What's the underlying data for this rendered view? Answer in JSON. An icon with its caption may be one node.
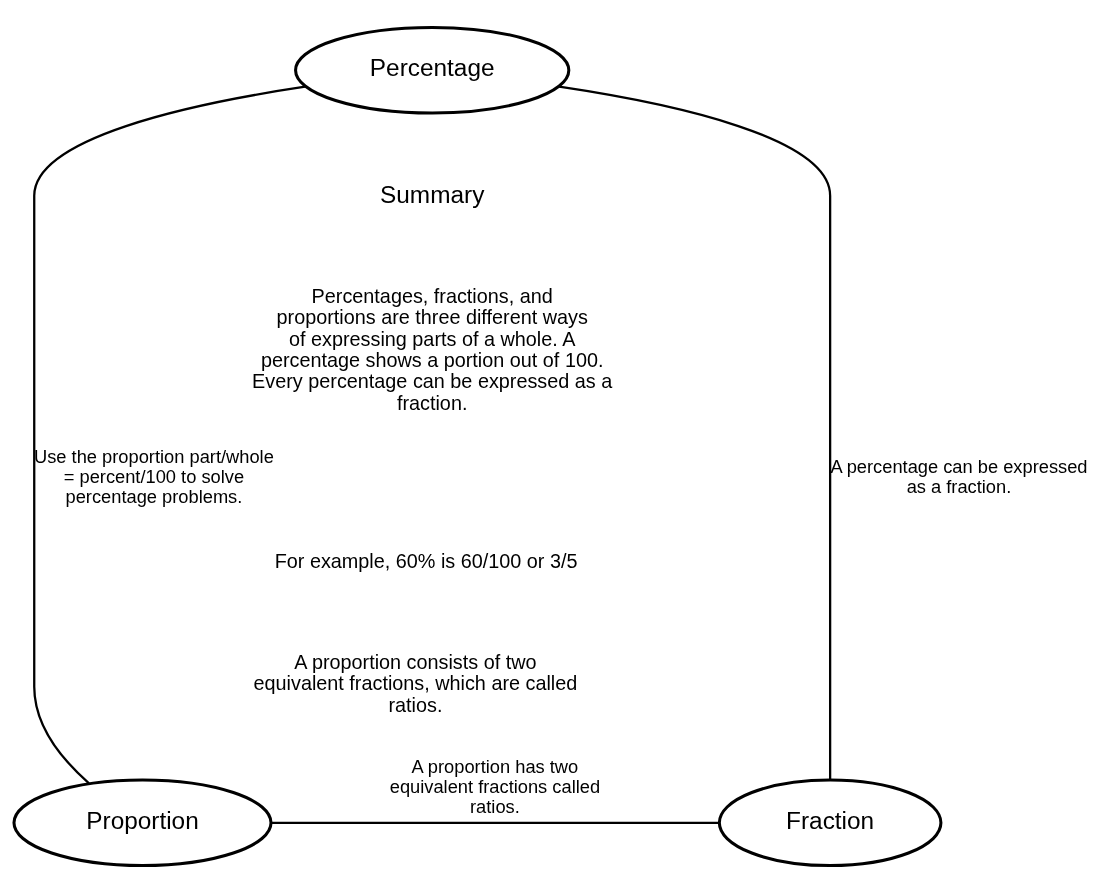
{
  "diagram": {
    "nodes": [
      {
        "text": [
          "Percentage"
        ]
      },
      {
        "text": [
          "Proportion"
        ]
      },
      {
        "text": [
          "Fraction"
        ]
      }
    ],
    "edges": [
      {
        "from": 0,
        "to": 1,
        "arrow": "none",
        "label": "Use the proportion part/whole = percent/100 to solve percentage problems."
      },
      {
        "from": 0,
        "to": 2,
        "arrow": "none",
        "label": "A percentage can be expressed as a fraction."
      },
      {
        "from": 1,
        "to": 2,
        "arrow": "none",
        "label": "A proportion has two equivalent fractions called ratios."
      }
    ],
    "labels": [
      "Summary",
      "Percentages, fractions, and proportions are three different ways of expressing parts of a whole. A percentage shows a portion out of 100. Every percentage can be expressed as a fraction.",
      "For example, 60% is 60/100 or 3/5",
      "A proportion consists of two equivalent fractions, which are called ratios."
    ]
  }
}
